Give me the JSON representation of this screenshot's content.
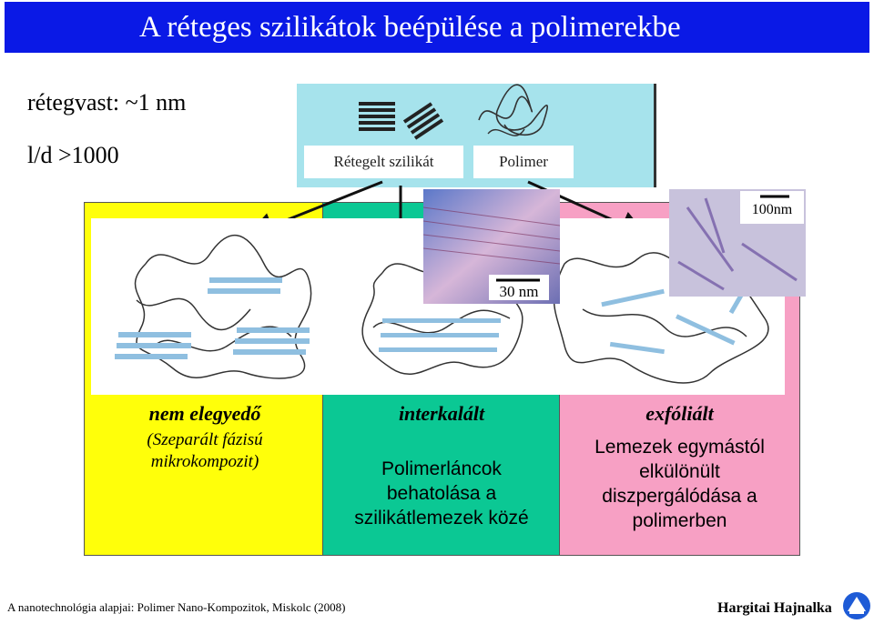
{
  "header": {
    "title": "A réteges szilikátok beépülése a polimerekbe"
  },
  "facts": {
    "thickness": "rétegvast: ~1 nm",
    "ratio": "l/d >1000"
  },
  "schematic": {
    "layered_label": "Rétegelt szilikát",
    "polymer_label": "Polimer"
  },
  "images": {
    "tem1_scale": "30 nm",
    "tem2_scale": "100nm"
  },
  "columns": {
    "nonmixing": {
      "title": "nem elegyedő",
      "desc1": "(Szeparált fázisú",
      "desc2": "mikrokompozit)"
    },
    "intercalated": {
      "title": "interkalált",
      "desc1": "Polimerláncok",
      "desc2": "behatolása a",
      "desc3": "szilikátlemezek közé"
    },
    "exfoliated": {
      "title": "exfóliált",
      "desc1": "Lemezek egymástól",
      "desc2": "elkülönült",
      "desc3": "diszpergálódása a",
      "desc4": "polimerben"
    }
  },
  "footer": {
    "text": "A nanotechnológia alapjai: Polimer Nano-Kompozitok, Miskolc (2008)",
    "author": "Hargitai Hajnalka"
  },
  "colors": {
    "title_bg": "#0a19e6",
    "yellow": "#ffff0a",
    "green": "#0bc894",
    "pink": "#f7a0c4",
    "plate": "#8fbfe0"
  }
}
